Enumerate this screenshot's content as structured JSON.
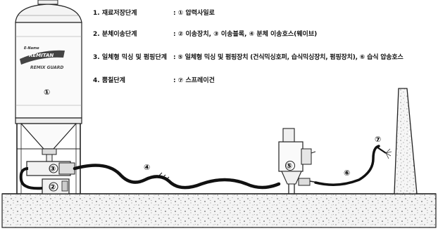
{
  "steps": [
    {
      "label": "1. 재료저장단계",
      "value": ": ① 압력사일로"
    },
    {
      "label": "2. 분체이송단계",
      "value": ": ② 이송장치, ③ 이송블록, ④ 분체 이송호스(웨이브)"
    },
    {
      "label": "3. 일체형 믹싱 및 펌핑단계",
      "value": ": ⑤ 일체형 믹싱 및 펌핑장치 (건식믹싱호퍼, 습식믹싱장치, 펌핑장치), ⑥ 습식 압송호스"
    },
    {
      "label": "4. 뿜칠단계",
      "value": ": ⑦ 스프레이건"
    }
  ],
  "silo": {
    "brand_small": "E-Name",
    "brand_main": "REMITAN",
    "brand_sub": "REMIX GUARD",
    "number": "①"
  },
  "callouts": {
    "n2": "②",
    "n3": "③",
    "n4": "④",
    "n5": "⑤",
    "n6": "⑥",
    "n7": "⑦"
  }
}
